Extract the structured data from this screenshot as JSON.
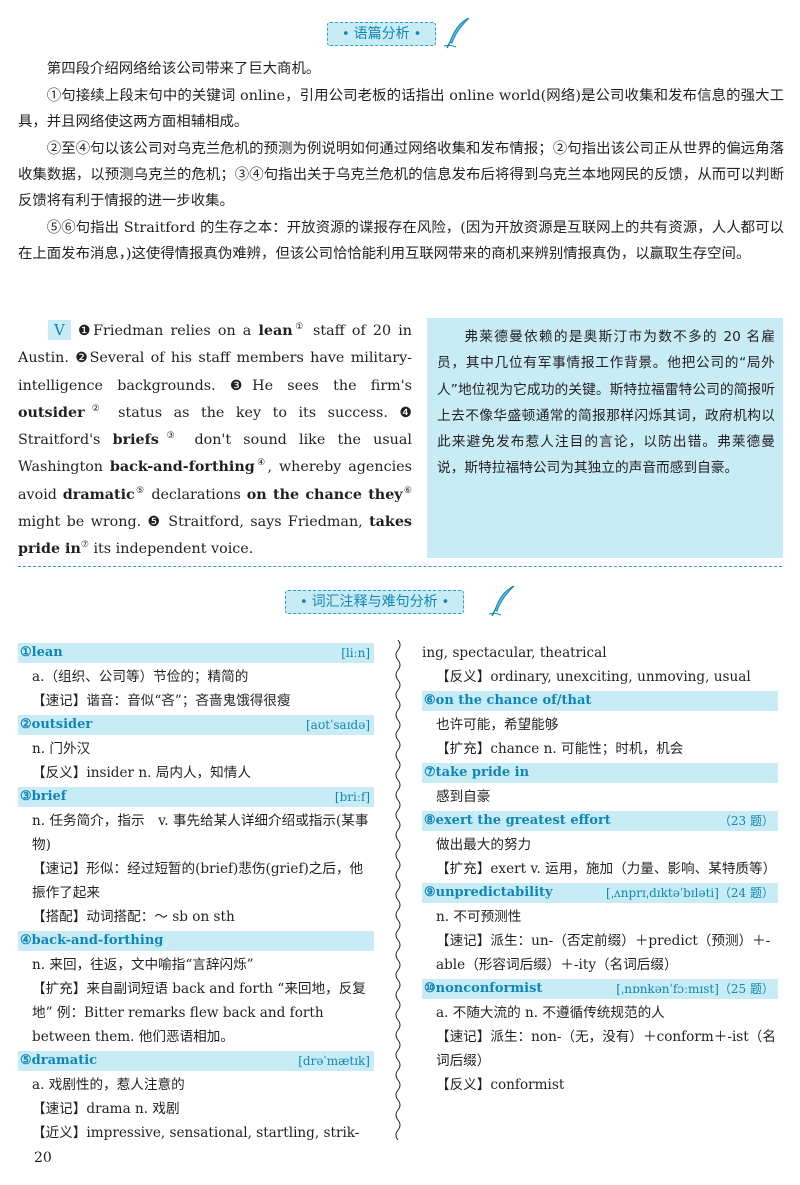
{
  "headers": {
    "analysis": "语篇分析",
    "vocab": "词汇注释与难句分析"
  },
  "analysis": {
    "p0": "第四段介绍网络给该公司带来了巨大商机。",
    "p1": "①句接续上段末句中的关键词 online，引用公司老板的话指出 online world(网络)是公司收集和发布信息的强大工具，并且网络使这两方面相辅相成。",
    "p2": "②至④句以该公司对乌克兰危机的预测为例说明如何通过网络收集和发布情报；②句指出该公司正从世界的偏远角落收集数据，以预测乌克兰的危机；③④句指出关于乌克兰危机的信息发布后将得到乌克兰本地网民的反馈，从而可以判断反馈将有利于情报的进一步收集。",
    "p3": "⑤⑥句指出 Straitford 的生存之本：开放资源的谍报存在风险，(因为开放资源是互联网上的共有资源，人人都可以在上面发布消息，)这使得情报真伪难辨，但该公司恰恰能利用互联网带来的商机来辨别情报真伪，以赢取生存空间。"
  },
  "passage": {
    "tag": "Ⅴ",
    "n1": "❶",
    "s1a": "Friedman relies on a ",
    "s1b": "lean",
    "s1c": "①",
    "s1d": " staff of 20 in Austin. ",
    "n2": "❷",
    "s2": "Several of his staff members have military-intelligence backgrounds. ",
    "n3": "❸",
    "s3a": "He sees the firm's ",
    "s3b": "outsider",
    "s3c": "②",
    "s3d": " status as the key to its success. ",
    "n4": "❹",
    "s4a": " Straitford's ",
    "s4b": "briefs",
    "s4c": "③",
    "s4d": " don't sound like the usual Washington ",
    "s4e": "back-and-forthing",
    "s4f": "④",
    "s4g": ", whereby agencies avoid ",
    "s4h": "dramatic",
    "s4i": "⑤",
    "s4j": " declarations ",
    "s4k": "on the chance they",
    "s4l": "⑥",
    "s4m": " might be wrong. ",
    "n5": "❺",
    "s5a": " Straitford, says Friedman, ",
    "s5b": "takes pride in",
    "s5c": "⑦",
    "s5d": " its independent voice."
  },
  "translation": "弗莱德曼依赖的是奥斯汀市为数不多的 20 名雇员，其中几位有军事情报工作背景。他把公司的“局外人”地位视为它成功的关键。斯特拉福雷特公司的简报听上去不像华盛顿通常的简报那样闪烁其词，政府机构以此来避免发布惹人注目的言论，以防出错。弗莱德曼说，斯特拉福特公司为其独立的声音而感到自豪。",
  "vocab_left": {
    "t1": "①lean",
    "t1p": "[liːn]",
    "t1a": "a.（组织、公司等）节俭的；精简的",
    "t1b": "【速记】谐音：音似“吝”；吝啬鬼饿得很瘦",
    "t2": "②outsider",
    "t2p": "[aʊtˈsaɪdə]",
    "t2a": "n. 门外汉",
    "t2b": "【反义】insider n. 局内人，知情人",
    "t3": "③brief",
    "t3p": "[briːf]",
    "t3a": "n. 任务简介，指示　v. 事先给某人详细介绍或指示(某事物)",
    "t3b": "【速记】形似：经过短暂的(brief)悲伤(grief)之后，他振作了起来",
    "t3c": "【搭配】动词搭配：～ sb on sth",
    "t4": "④back-and-forthing",
    "t4a": "n. 来回，往返，文中喻指“言辞闪烁”",
    "t4b": "【扩充】来自副词短语 back and forth “来回地，反复地” 例：Bitter remarks flew back and forth between them. 他们恶语相加。",
    "t5": "⑤dramatic",
    "t5p": "[drəˈmætɪk]",
    "t5a": "a. 戏剧性的，惹人注意的",
    "t5b": "【速记】drama n. 戏剧",
    "t5c": "【近义】impressive, sensational, startling, strik-"
  },
  "vocab_right": {
    "c0": "ing, spectacular, theatrical",
    "c1": "【反义】ordinary, unexciting, unmoving, usual",
    "t6": "⑥on the chance of/that",
    "t6a": "也许可能，希望能够",
    "t6b": "【扩充】chance n. 可能性；时机，机会",
    "t7": "⑦take pride in",
    "t7a": "感到自豪",
    "t8": "⑧exert the greatest effort",
    "t8p": "（23 题）",
    "t8a": "做出最大的努力",
    "t8b": "【扩充】exert v. 运用，施加（力量、影响、某特质等）",
    "t9": "⑨unpredictability",
    "t9p": "[ˌʌnprɪˌdɪktəˈbɪləti]（24 题）",
    "t9a": "n. 不可预测性",
    "t9b": "【速记】派生：un-（否定前缀）＋predict（预测）＋-able（形容词后缀）＋-ity（名词后缀）",
    "t10": "⑩nonconformist",
    "t10p": "[ˌnɒnkənˈfɔːmɪst]（25 题）",
    "t10a": "a. 不随大流的 n. 不遵循传统规范的人",
    "t10b": "【速记】派生：non-（无，没有）＋conform＋-ist（名词后缀）",
    "t10c": "【反义】conformist"
  },
  "page_number": "20"
}
